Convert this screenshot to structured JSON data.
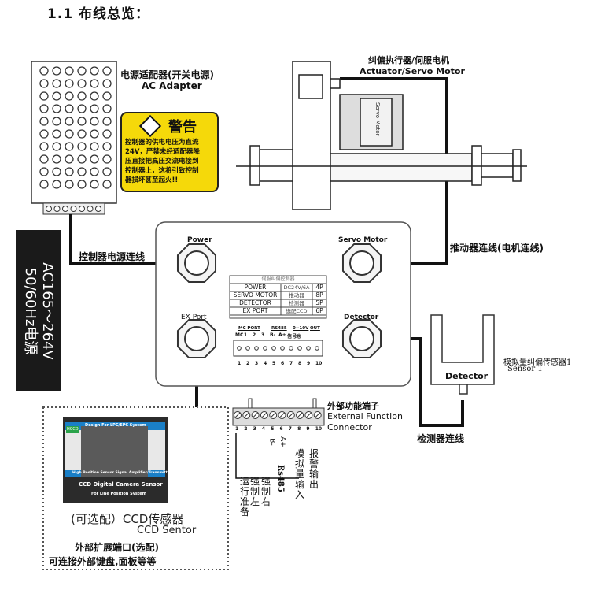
{
  "title": "1.1 布线总览：",
  "adapter": {
    "label_cn": "电源适配器(开关电源)",
    "label_en": "AC Adapter"
  },
  "warning": {
    "title": "警告",
    "body": [
      "控制器的供电电压为直流",
      "24V，严禁未经适配器降",
      "压直接把高压交流电接到",
      "控制器上，这将引致控制",
      "器损坏甚至起火!!"
    ],
    "color": "#f5d90a"
  },
  "mains": {
    "label": [
      "AC165～264V",
      "50/60Hz电源"
    ]
  },
  "actuator": {
    "label_cn": "纠偏执行器/伺服电机",
    "label_en": "Actuator/Servo Motor",
    "motor_text": "Servo Motor"
  },
  "wires": {
    "power": "控制器电源连线",
    "servo": "推动器连线(电机连线)",
    "detector": "检测器连线"
  },
  "controller": {
    "ports": {
      "power": "Power",
      "servo": "Servo Motor",
      "ex": "EX Port",
      "detector": "Detector"
    },
    "table": {
      "title": "伺服纠偏控制器",
      "rows": [
        [
          "POWER",
          "DC24V/6A",
          "4P"
        ],
        [
          "SERVO MOTOR",
          "推动器",
          "8P"
        ],
        [
          "DETECTOR",
          "检测器",
          "5P"
        ],
        [
          "EX PORT",
          "选配CCD",
          "6P"
        ]
      ]
    },
    "terminal": {
      "groups": [
        "MC PORT",
        "RS485",
        "0~10V",
        "OUT"
      ],
      "pins_top": [
        "MC",
        "1",
        "2",
        "3",
        "B-",
        "A+",
        "信号",
        "地",
        ""
      ],
      "numbers": [
        "1",
        "2",
        "3",
        "4",
        "5",
        "6",
        "7",
        "8",
        "9",
        "10"
      ]
    }
  },
  "sensor": {
    "label": "Detector",
    "side_cn": "模拟量纠偏传感器1",
    "side_en": "Sensor 1"
  },
  "ext": {
    "title_cn": "外部功能端子",
    "title_en1": "External Function",
    "title_en2": "Connector",
    "numbers": [
      "1",
      "2",
      "3",
      "4",
      "5",
      "6",
      "7",
      "8",
      "9",
      "10"
    ],
    "b_minus": "B-",
    "a_plus": "A+",
    "labels": [
      "运行准备",
      "强制左",
      "强制右",
      "Rs485",
      "模拟量输入",
      "报警输出"
    ]
  },
  "camera": {
    "badge": "HCCD",
    "top": "Design For LPC/EPC System",
    "bottom_bar": "High Position Sensor Signal Amplifier/Transmitter",
    "name": "CCD Digital Camera Sensor",
    "sub": "For Line Position System",
    "label1": "(可选配）CCD传感器",
    "label2": "CCD Sentor",
    "label3": "外部扩展端口(选配)",
    "label4": "可连接外部键盘,面板等等"
  }
}
